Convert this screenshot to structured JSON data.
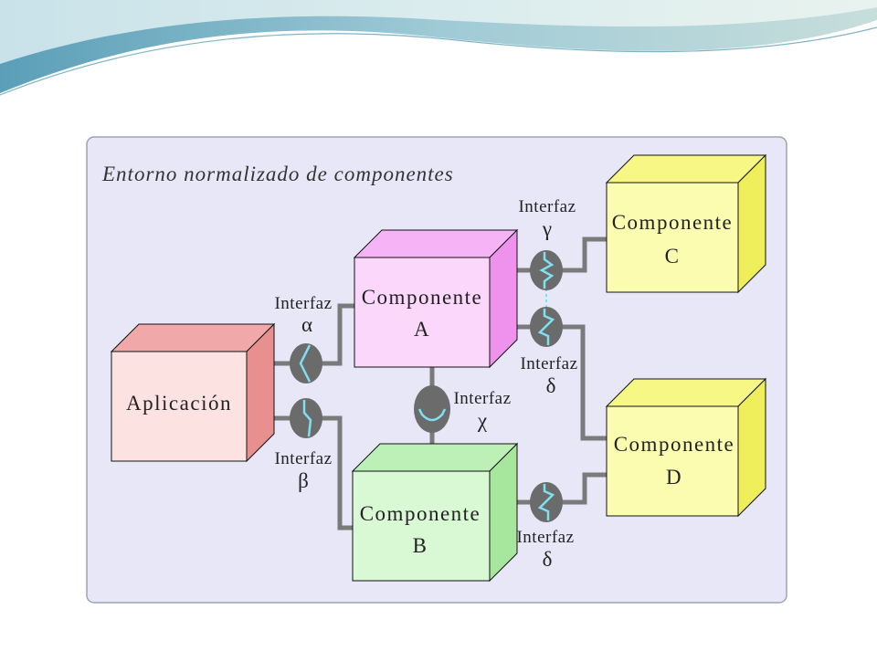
{
  "diagram": {
    "title": "Entorno normalizado de componentes",
    "boxes": {
      "aplicacion": {
        "lines": [
          "Aplicación"
        ],
        "color": "#f9d6d6"
      },
      "componente_a": {
        "lines": [
          "Componente",
          "A"
        ],
        "color": "#fbd0fb"
      },
      "componente_b": {
        "lines": [
          "Componente",
          "B"
        ],
        "color": "#d4f7cf"
      },
      "componente_c": {
        "lines": [
          "Componente",
          "C"
        ],
        "color": "#fbfba7"
      },
      "componente_d": {
        "lines": [
          "Componente",
          "D"
        ],
        "color": "#fbfba7"
      }
    },
    "interfaces": {
      "alpha": {
        "word": "Interfaz",
        "greek": "α"
      },
      "beta": {
        "word": "Interfaz",
        "greek": "β"
      },
      "chi": {
        "word": "Interfaz",
        "greek": "χ"
      },
      "gamma": {
        "word": "Interfaz",
        "greek": "γ"
      },
      "delta_a": {
        "word": "Interfaz",
        "greek": "δ"
      },
      "delta_b": {
        "word": "Interfaz",
        "greek": "δ"
      }
    },
    "colors": {
      "frame_fill": "#e7e7f8",
      "connector": "#7a7a7a",
      "interface_circle": "#6b6b6b",
      "interface_glyph": "#7fe0f2"
    }
  }
}
